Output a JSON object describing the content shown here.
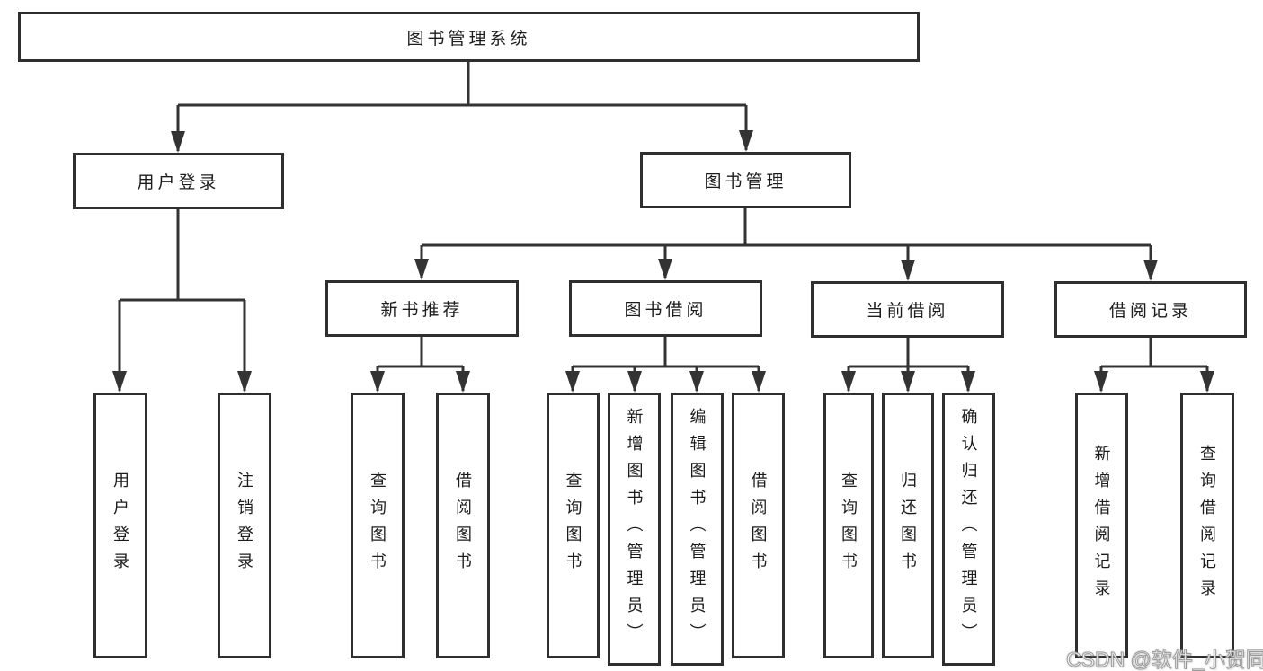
{
  "diagram": {
    "root": {
      "label": "图书管理系统"
    },
    "level2": {
      "user_login": {
        "label": "用户登录"
      },
      "book_mgmt": {
        "label": "图书管理"
      }
    },
    "level3": {
      "new_book_rec": {
        "label": "新书推荐"
      },
      "book_borrow": {
        "label": "图书借阅"
      },
      "current_borrow": {
        "label": "当前借阅"
      },
      "borrow_record": {
        "label": "借阅记录"
      }
    },
    "leaves": {
      "user_login": {
        "label": "用户登录"
      },
      "logout": {
        "label": "注销登录"
      },
      "query_book_1": {
        "label": "查询图书"
      },
      "borrow_book_1": {
        "label": "借阅图书"
      },
      "query_book_2": {
        "label": "查询图书"
      },
      "add_book": {
        "label": "新增图书（管理员）"
      },
      "edit_book": {
        "label": "编辑图书（管理员）"
      },
      "borrow_book_2": {
        "label": "借阅图书"
      },
      "query_book_3": {
        "label": "查询图书"
      },
      "return_book": {
        "label": "归还图书"
      },
      "confirm_return": {
        "label": "确认归还（管理员）"
      },
      "add_borrow_record": {
        "label": "新增借阅记录"
      },
      "query_borrow_record": {
        "label": "查询借阅记录"
      }
    }
  },
  "watermark": {
    "text": "CSDN @软件_小贺同学"
  },
  "colors": {
    "line": "#333333",
    "border": "#2f2f2f",
    "text": "#1c1c1c",
    "background": "#ffffff"
  }
}
